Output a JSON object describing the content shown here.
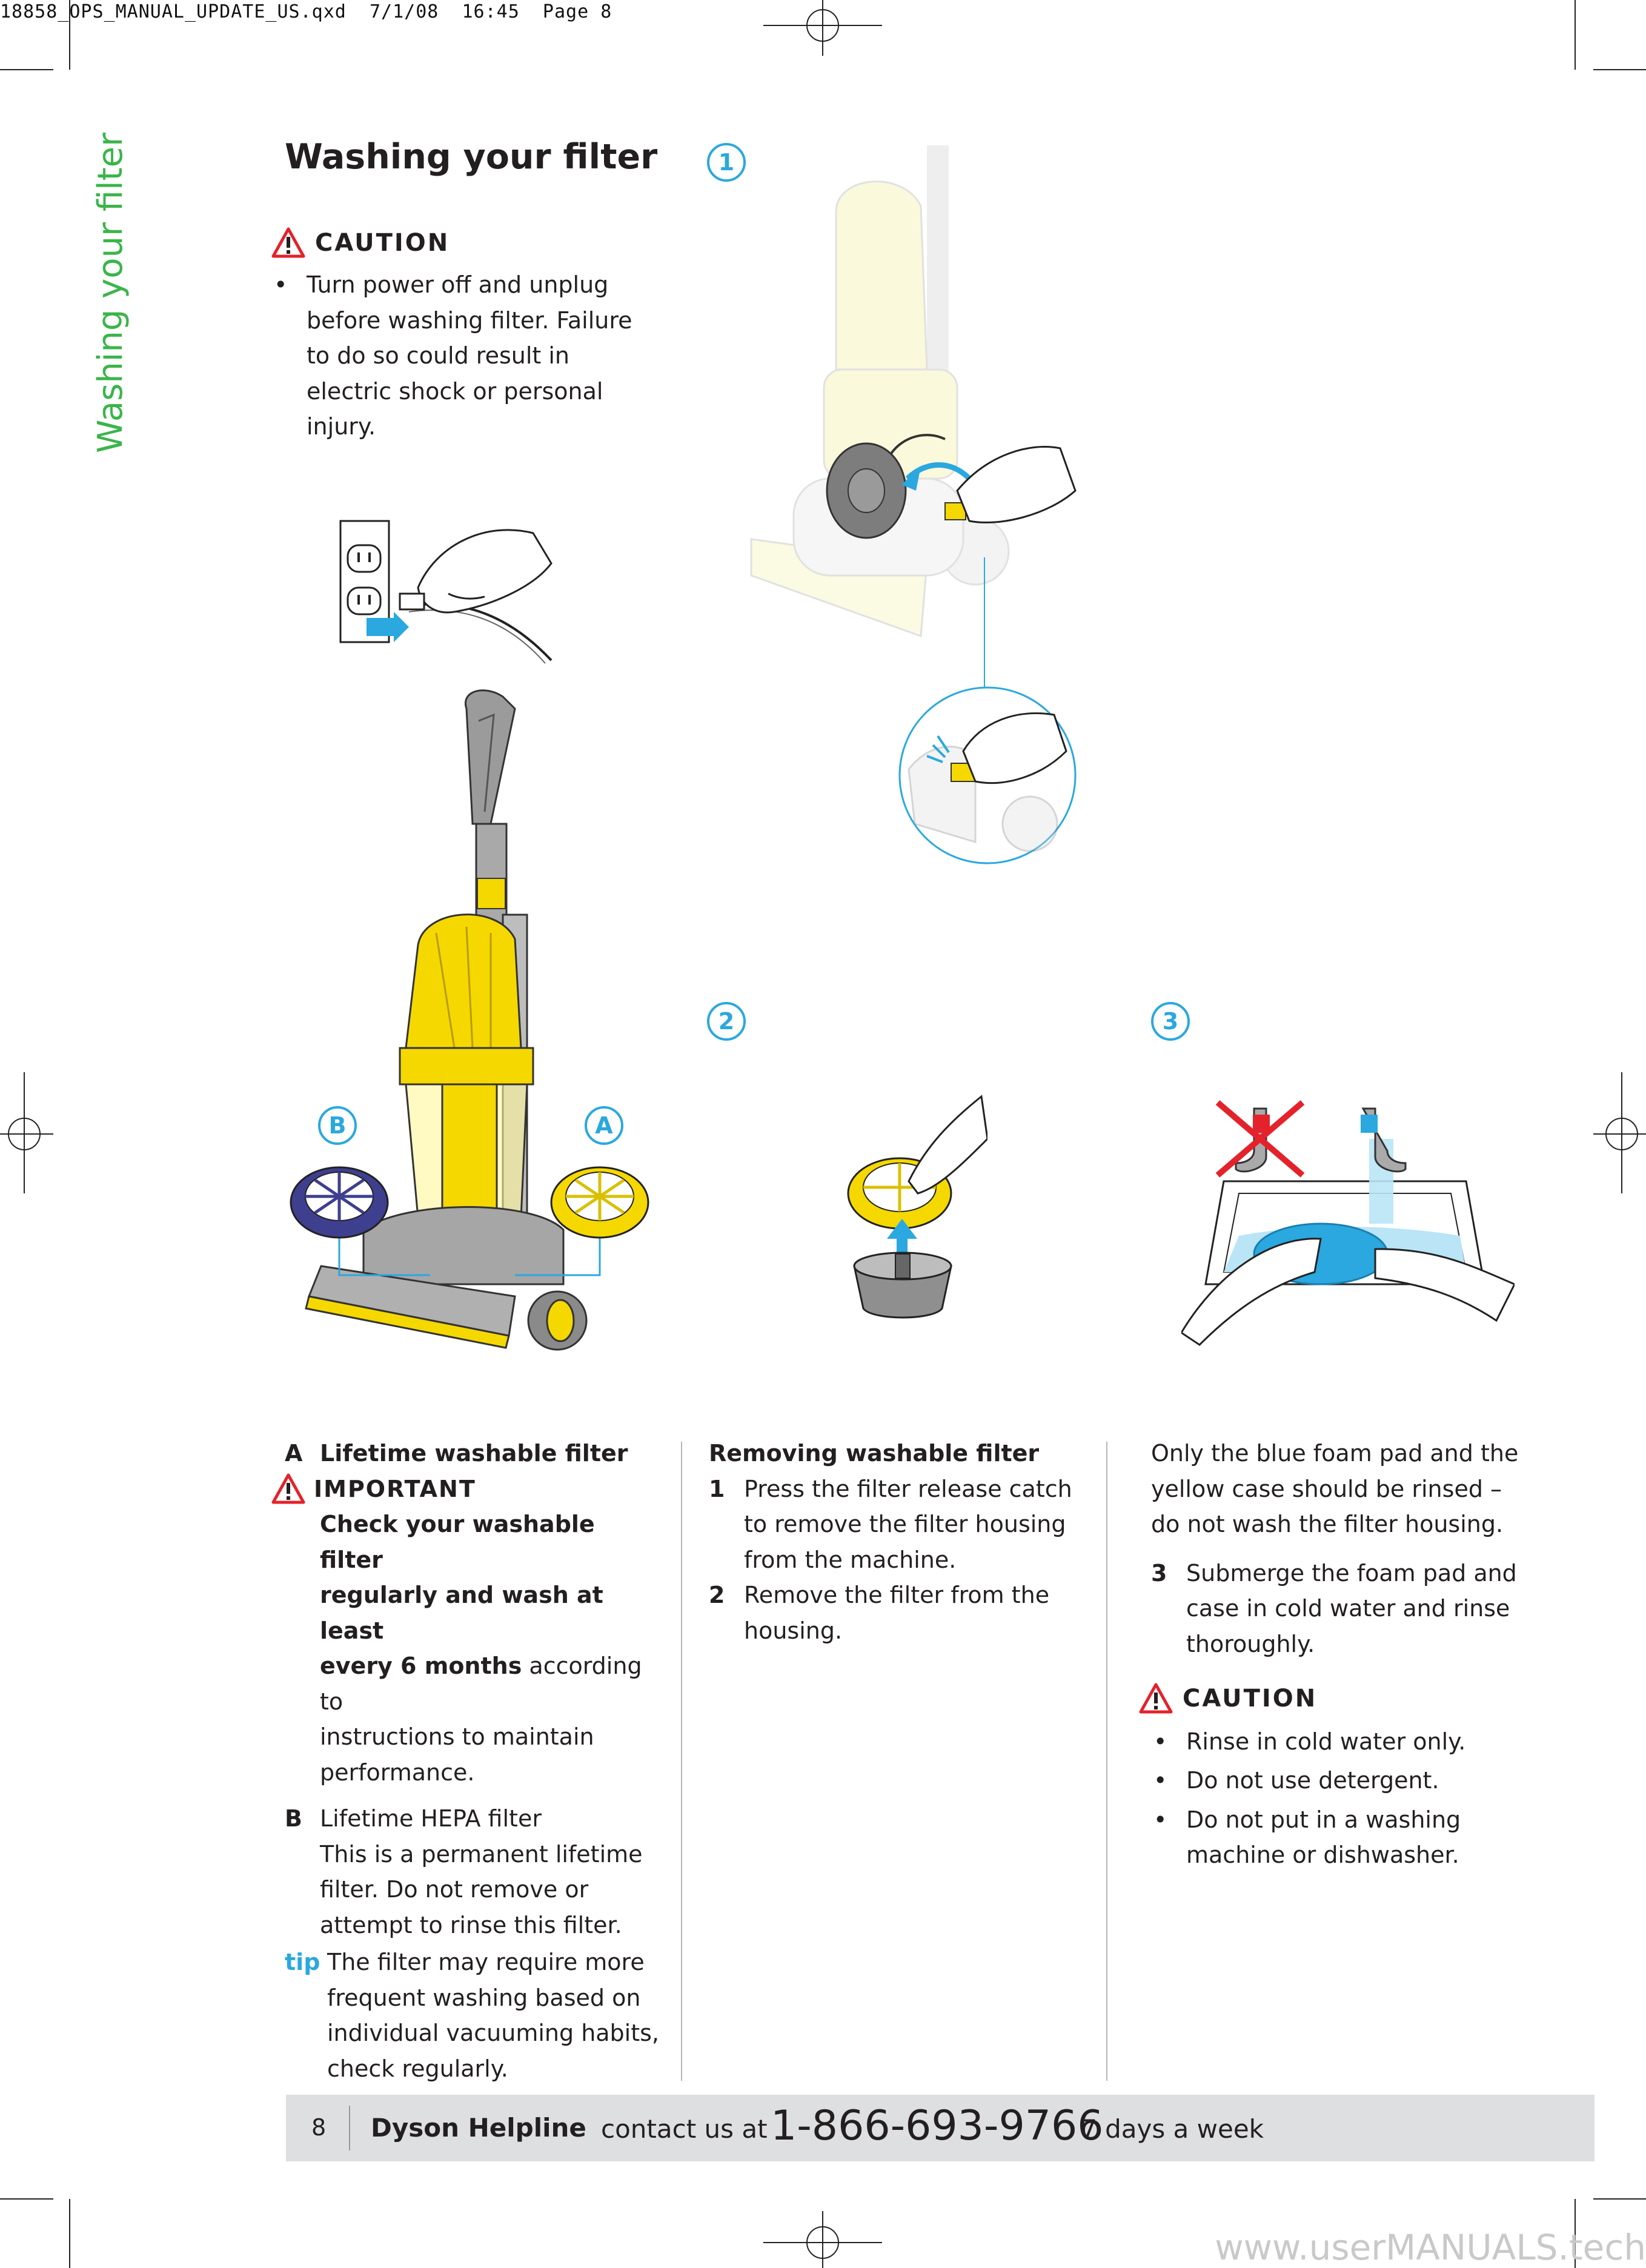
{
  "slug": "18858_OPS_MANUAL_UPDATE_US.qxd  7/1/08  16:45  Page 8",
  "side_title": "Washing your filter",
  "title": "Washing your filter",
  "caution_top": {
    "heading": "CAUTION",
    "bullet": "Turn power off and unplug before washing filter. Failure to do so could result in electric shock or personal injury.",
    "lines": [
      "Turn power off and unplug",
      "before washing filter. Failure",
      "to do so could result in",
      "electric shock or personal",
      "injury."
    ]
  },
  "step_badges": [
    "1",
    "2",
    "3"
  ],
  "callouts": {
    "a": "A",
    "b": "B"
  },
  "col1": {
    "a_label": "A",
    "a_title": "Lifetime washable filter",
    "important": "IMPORTANT",
    "important_bold": [
      "Check your washable filter",
      "regularly and wash at least",
      "every 6 months"
    ],
    "important_rest": " according to",
    "important_lines": [
      "instructions to maintain",
      "performance."
    ],
    "b_label": "B",
    "b_title": "Lifetime HEPA filter",
    "b_lines": [
      "This is a permanent lifetime",
      "filter. Do not remove or",
      "attempt to rinse this filter."
    ],
    "tip_label": "tip",
    "tip_lines": [
      "The filter may require more",
      "frequent washing based on",
      "individual vacuuming habits,",
      "check regularly."
    ]
  },
  "col2": {
    "title": "Removing washable filter",
    "steps": [
      {
        "n": "1",
        "lines": [
          "Press the filter release catch",
          "to remove the filter housing",
          "from the machine."
        ]
      },
      {
        "n": "2",
        "lines": [
          "Remove the filter from the",
          "housing."
        ]
      }
    ]
  },
  "col3": {
    "intro_lines": [
      "Only the blue foam pad and the",
      "yellow case should be rinsed –",
      "do not wash the filter housing."
    ],
    "step": {
      "n": "3",
      "lines": [
        "Submerge the foam pad and",
        "case in cold water and rinse",
        "thoroughly."
      ]
    },
    "caution_heading": "CAUTION",
    "bullets": [
      {
        "lines": [
          "Rinse in cold water only."
        ]
      },
      {
        "lines": [
          "Do not use detergent."
        ]
      },
      {
        "lines": [
          "Do not put in a washing",
          "machine or dishwasher."
        ]
      }
    ]
  },
  "footer": {
    "page_number": "8",
    "helpline": "Dyson Helpline",
    "contact": "contact us at",
    "phone": "1-866-693-9766",
    "hours": "7 days a week"
  },
  "watermark": "www.userMANUALS.tech",
  "colors": {
    "accent_blue": "#2aa8df",
    "side_green": "#3ab54a",
    "caution_red": "#e4222b",
    "yellow": "#f5d800",
    "hepa_purple": "#3e3f8f"
  }
}
